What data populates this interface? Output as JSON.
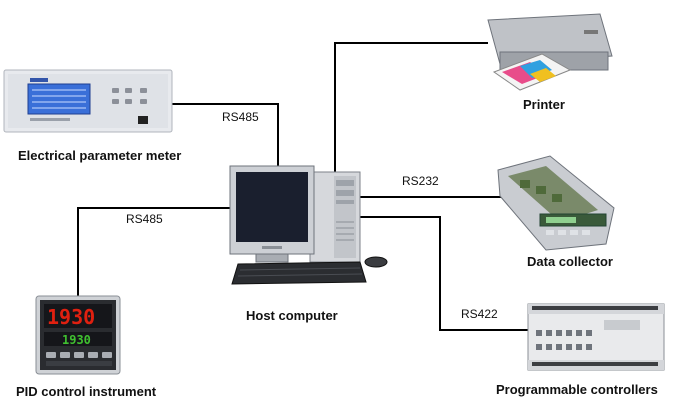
{
  "devices": {
    "meter": {
      "label": "Electrical parameter meter"
    },
    "pid": {
      "label": "PID control instrument",
      "display_top": "1930",
      "display_bottom": "1930"
    },
    "host": {
      "label": "Host computer"
    },
    "printer": {
      "label": "Printer"
    },
    "collector": {
      "label": "Data collector"
    },
    "plc": {
      "label": "Programmable controllers"
    }
  },
  "links": {
    "meter_host": "RS485",
    "pid_host": "RS485",
    "host_collector": "RS232",
    "host_plc": "RS422"
  },
  "colors": {
    "line": "#000000",
    "pid_display": "#e02010",
    "meter_screen": "#3a6fd8",
    "monitor_screen": "#1a1f2e"
  }
}
